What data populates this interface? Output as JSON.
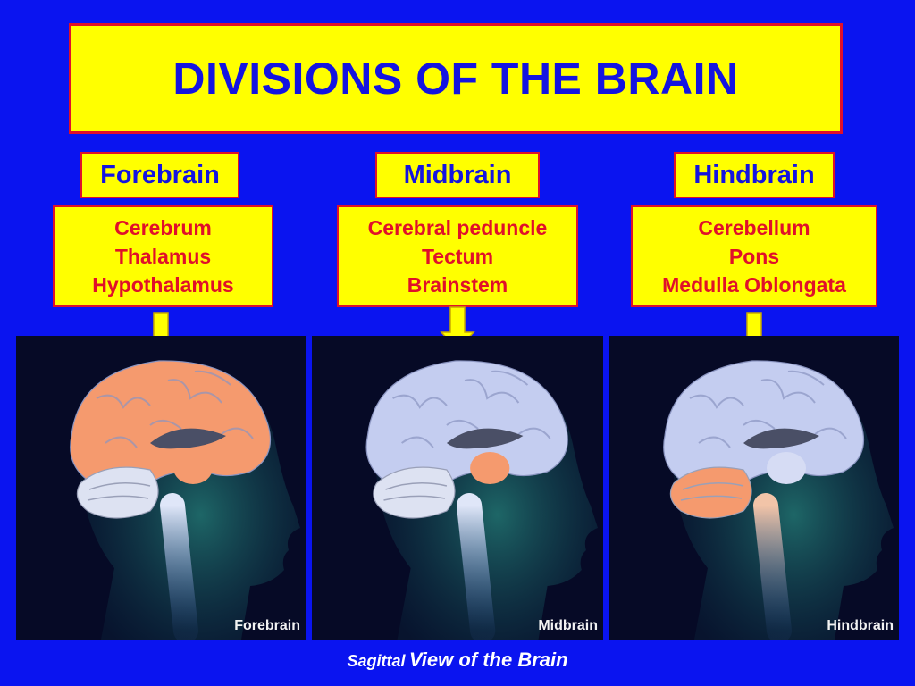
{
  "title": "DIVISIONS OF THE BRAIN",
  "divisions": [
    {
      "label": "Forebrain",
      "parts": [
        "Cerebrum",
        "Thalamus",
        "Hypothalamus"
      ],
      "panel_label": "Forebrain"
    },
    {
      "label": "Midbrain",
      "parts": [
        "Cerebral peduncle",
        "Tectum",
        "Brainstem"
      ],
      "panel_label": "Midbrain"
    },
    {
      "label": "Hindbrain",
      "parts": [
        "Cerebellum",
        "Pons",
        "Medulla Oblongata"
      ],
      "panel_label": "Hindbrain"
    }
  ],
  "caption": {
    "prefix": "Sagittal",
    "text": "View of the Brain"
  },
  "colors": {
    "background": "#0a14f0",
    "box_fill": "#ffff00",
    "box_border": "#e0102a",
    "label_text": "#1414e0",
    "parts_text": "#e0102a",
    "highlight": "#f59a6e",
    "brain_base": "#c4cdf0"
  }
}
